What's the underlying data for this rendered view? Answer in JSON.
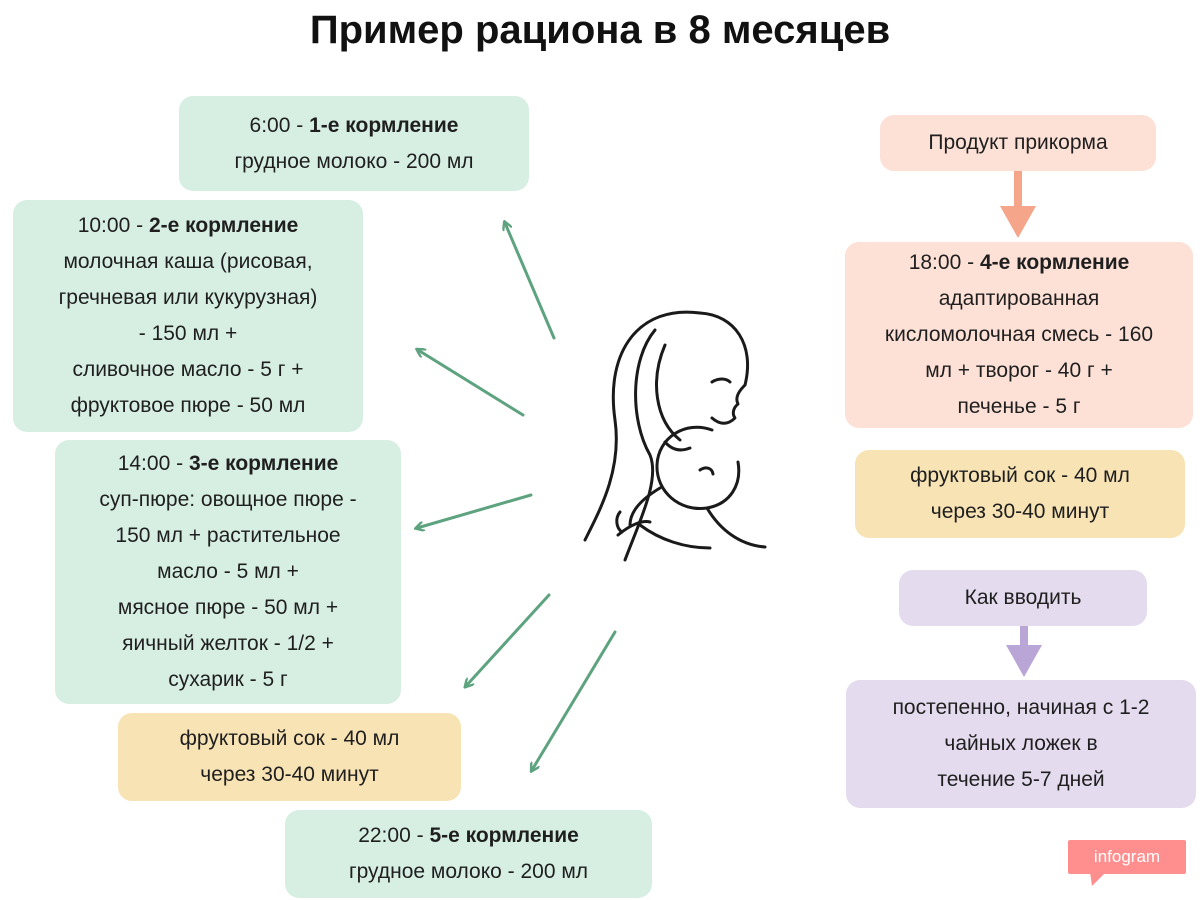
{
  "title": "Пример рациона в 8 месяцев",
  "feed1": {
    "time": "6:00",
    "sep": " - ",
    "name": "1-е кормление",
    "lines": [
      "грудное молоко - 200 мл"
    ]
  },
  "feed2": {
    "time": "10:00",
    "sep": " - ",
    "name": "2-е кормление",
    "lines": [
      "молочная каша (рисовая,",
      "гречневая или кукурузная)",
      "- 150 мл +",
      "сливочное масло - 5 г +",
      "фруктовое пюре - 50 мл"
    ]
  },
  "feed3": {
    "time": "14:00",
    "sep": " - ",
    "name": "3-е кормление",
    "lines": [
      "суп-пюре: овощное пюре -",
      "150 мл + растительное",
      "масло - 5 мл +",
      "мясное пюре - 50 мл +",
      "яичный желток - 1/2 +",
      "сухарик - 5 г"
    ]
  },
  "juice_left": {
    "lines": [
      "фруктовый сок - 40 мл",
      "через 30-40 минут"
    ]
  },
  "feed5": {
    "time": "22:00",
    "sep": " - ",
    "name": "5-е кормление",
    "lines": [
      "грудное молоко - 200 мл"
    ]
  },
  "product": {
    "label": "Продукт прикорма"
  },
  "feed4": {
    "time": "18:00",
    "sep": " - ",
    "name": "4-е кормление",
    "lines": [
      "адаптированная",
      "кисломолочная смесь - 160",
      "мл + творог - 40 г +",
      "печенье - 5 г"
    ]
  },
  "juice_right": {
    "lines": [
      "фруктовый сок - 40 мл",
      "через 30-40 минут"
    ]
  },
  "how": {
    "label": "Как вводить"
  },
  "how_desc": {
    "lines": [
      "постепенно, начиная с 1-2",
      "чайных ложек в",
      "течение 5-7 дней"
    ]
  },
  "logo": {
    "text": "infogram"
  },
  "colors": {
    "green_box": "#d7efe3",
    "yellow_box": "#f8e3b4",
    "salmon_box": "#fde0d6",
    "purple_box": "#e4dbee",
    "green_arrow": "#5ea37f",
    "salmon_arrow": "#f4a58a",
    "purple_arrow": "#b9a6d6",
    "logo_bg": "#ff8f8f"
  },
  "icons": {
    "center": "mother-and-baby-icon"
  }
}
